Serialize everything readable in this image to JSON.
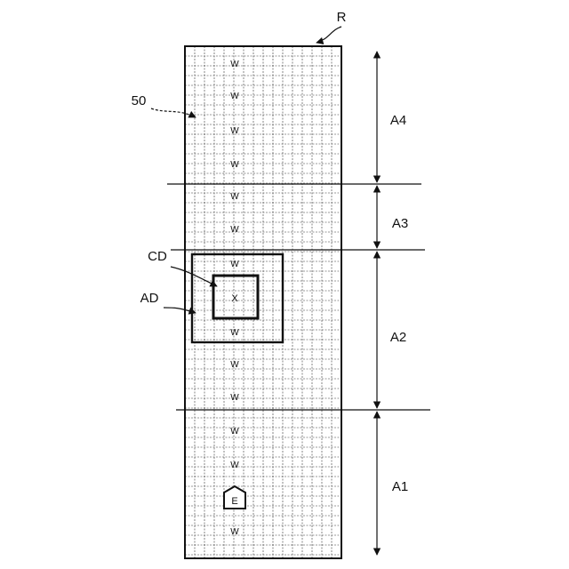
{
  "labels": {
    "region": "R",
    "grid": "50",
    "current": "CD",
    "area": "AD",
    "zones": [
      "A4",
      "A3",
      "A2",
      "A1"
    ]
  },
  "markers": {
    "waypoint": "W",
    "current_pos": "X",
    "end": "E"
  },
  "colors": {
    "ink": "#111111",
    "grid": "#333333"
  }
}
